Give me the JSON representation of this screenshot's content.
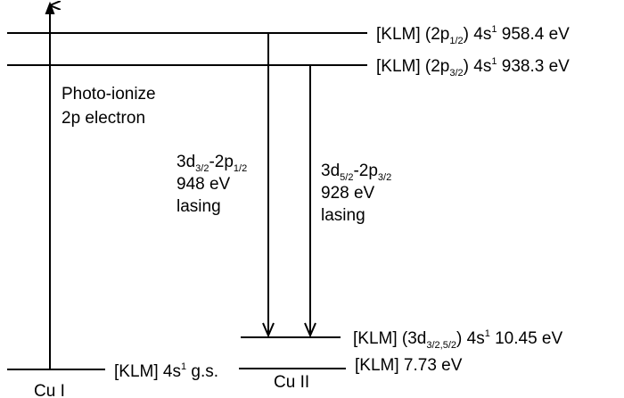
{
  "levels": {
    "top": {
      "bracket": "[KLM]",
      "orbital_base": "2p",
      "orbital_sub": "1/2",
      "config_base": "4s",
      "config_sup": "1",
      "energy": "958.4 eV"
    },
    "second": {
      "bracket": "[KLM]",
      "orbital_base": "2p",
      "orbital_sub": "3/2",
      "config_base": "4s",
      "config_sup": "1",
      "energy": "938.3 eV"
    },
    "lower_upper": {
      "bracket": "[KLM]",
      "orbital_base": "3d",
      "orbital_sub": "3/2,5/2",
      "config_base": "4s",
      "config_sup": "1",
      "energy": "10.45 eV"
    },
    "lower_lower": {
      "text": "[KLM] 7.73 eV"
    },
    "ground": {
      "bracket": "[KLM]",
      "config_base": "4s",
      "config_sup": "1",
      "suffix": "g.s."
    }
  },
  "photoionize": {
    "line1": "Photo-ionize",
    "line2": "2p electron"
  },
  "transition_left": {
    "a_base": "3d",
    "a_sub": "3/2",
    "dash": "-",
    "b_base": "2p",
    "b_sub": "1/2",
    "energy": "948 eV",
    "note": "lasing"
  },
  "transition_right": {
    "a_base": "3d",
    "a_sub": "5/2",
    "dash": "-",
    "b_base": "2p",
    "b_sub": "3/2",
    "energy": "928 eV",
    "note": "lasing"
  },
  "species": {
    "left": "Cu I",
    "right": "Cu II"
  }
}
